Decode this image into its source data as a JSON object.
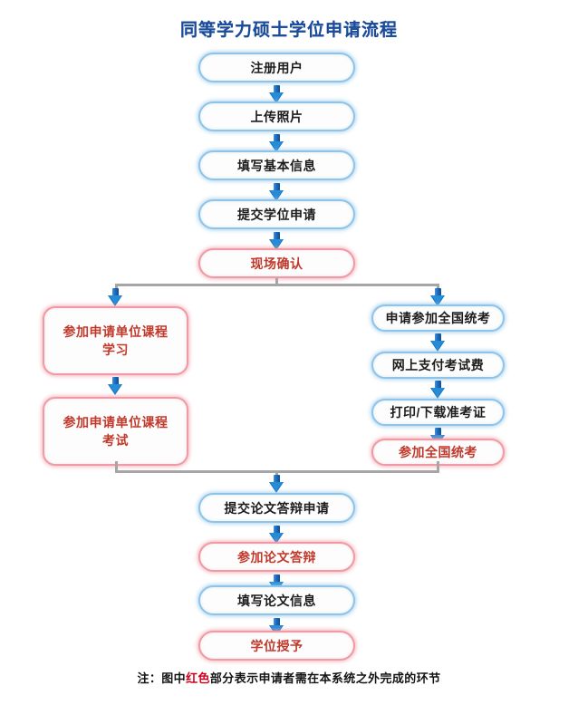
{
  "title": "同等学力硕士学位申请流程",
  "colors": {
    "title_blue": "#1b4c9c",
    "node_blue_border": "#8fc4e8",
    "node_red_border": "#ef9aa4",
    "red_text": "#c0392b",
    "dark_text": "#1c1c1c",
    "connector_gray": "#a6a6a6",
    "arrow_blue": "#1272c4",
    "footnote_highlight": "#d0021b"
  },
  "main_column": [
    {
      "label": "注册用户",
      "style": "blue"
    },
    {
      "label": "上传照片",
      "style": "blue"
    },
    {
      "label": "填写基本信息",
      "style": "blue"
    },
    {
      "label": "提交学位申请",
      "style": "blue"
    },
    {
      "label": "现场确认",
      "style": "red"
    }
  ],
  "left_branch": [
    {
      "line1": "参加申请单位课程",
      "line2": "学习",
      "style": "red"
    },
    {
      "line1": "参加申请单位课程",
      "line2": "考试",
      "style": "red"
    }
  ],
  "right_branch": [
    {
      "label": "申请参加全国统考",
      "style": "blue"
    },
    {
      "label": "网上支付考试费",
      "style": "blue"
    },
    {
      "label": "打印/下载准考证",
      "style": "blue"
    },
    {
      "label": "参加全国统考",
      "style": "red"
    }
  ],
  "bottom_column": [
    {
      "label": "提交论文答辩申请",
      "style": "blue"
    },
    {
      "label": "参加论文答辩",
      "style": "red"
    },
    {
      "label": "填写论文信息",
      "style": "blue"
    },
    {
      "label": "学位授予",
      "style": "red"
    }
  ],
  "footnote": {
    "prefix": "注：图中",
    "highlight": "红色",
    "suffix": "部分表示申请者需在本系统之外完成的环节"
  }
}
